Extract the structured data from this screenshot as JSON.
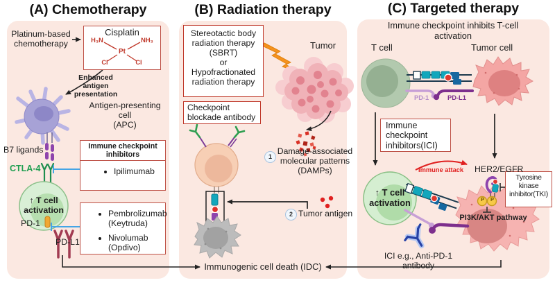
{
  "colors": {
    "panel_bg": "#fbe8e1",
    "box_border": "#bd4f44",
    "structure_red": "#c0392b",
    "inhibition_blue": "#45a5e6",
    "ctla4_green": "#1e9e50",
    "ligand_purple": "#8e44ad",
    "receptor_teal": "#12a7bc",
    "pdl1_maroon": "#a23b52",
    "lightning_orange": "#f5921e",
    "damp_red": "#d93025",
    "immune_attack_red": "#e02020"
  },
  "panel_a": {
    "title": "(A) Chemotherapy",
    "platinum": "Platinum-based\nchemotherapy",
    "cisplatin": {
      "name": "Cisplatin",
      "ligand_tl": "H₃N",
      "ligand_tr": "NH₃",
      "center": "Pt",
      "ligand_bl": "Cl",
      "ligand_br": "Cl"
    },
    "enhanced": "Enhanced antigen\npresentation",
    "apc": "Antigen-presenting cell\n(APC)",
    "b7": "B7 ligands",
    "ctla4": "CTLA-4",
    "checkpoint_box_title": "Immune checkpoint inhibitors",
    "drug1": "Ipilimumab",
    "tcell": "↑ T cell\nactivation",
    "pd1": "PD-1",
    "pdl1": "PD-L1",
    "drug2": "Pembrolizumab\n(Keytruda)",
    "drug3": "Nivolumab\n(Opdivo)"
  },
  "panel_b": {
    "title": "(B) Radiation therapy",
    "sbrt": "Stereotactic body\nradiation therapy\n(SBRT)\nor\nHypofractionated\nradiation therapy",
    "tumor": "Tumor",
    "checkpoint_antibody": "Checkpoint\nblockade antibody",
    "step1_num": "1",
    "step1": "Damage-associated\nmolecular patterns\n(DAMPs)",
    "step2_num": "2",
    "step2": "Tumor antigen",
    "idc": "Immunogenic cell death (IDC)"
  },
  "panel_c": {
    "title": "(C) Targeted therapy",
    "subtitle": "Immune checkpoint inhibits T-cell\nactivation",
    "tcell_label": "T cell",
    "tumor_label": "Tumor cell",
    "pd1": "PD-1",
    "pdl1": "PD-L1",
    "ici_box": "Immune\ncheckpoint\ninhibitors(ICI)",
    "immune_attack": "Immune attack",
    "her2": "HER2/EGFR",
    "tki_box": "Tyrosine\nkinase\ninhibitor(TKI)",
    "p1": "P",
    "p2": "P",
    "pi3k": "PI3K/AKT pathway",
    "tcell_activation": "↑ T cell\nactivation",
    "ici_label": "ICI e.g., Anti-PD-1\nantibody"
  }
}
